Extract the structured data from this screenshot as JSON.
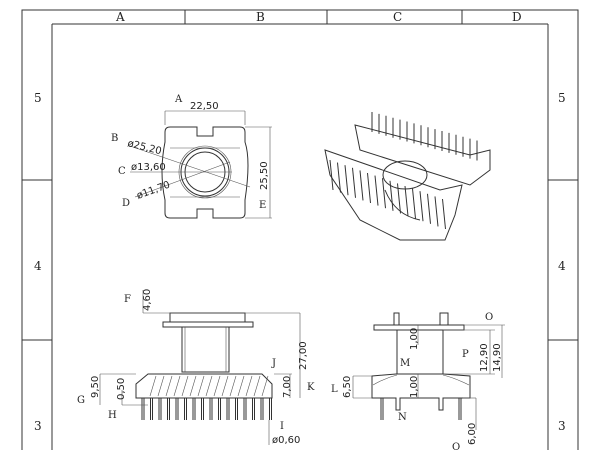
{
  "sheet": {
    "columns": [
      "A",
      "B",
      "C",
      "D"
    ],
    "rows": [
      "5",
      "4",
      "3"
    ]
  },
  "top_view": {
    "labels": {
      "A": "A",
      "B": "B",
      "C": "C",
      "D": "D",
      "E": "E"
    },
    "dims": {
      "width": "22,50",
      "height": "25,50",
      "d_outer": "ø25,20",
      "d_mid": "ø13,60",
      "d_inner": "ø11,70"
    }
  },
  "front_view": {
    "labels": {
      "F": "F",
      "G": "G",
      "H": "H",
      "I": "I",
      "J": "J",
      "K": "K"
    },
    "dims": {
      "flange": "4,60",
      "total": "27,00",
      "base": "9,50",
      "offset": "0,50",
      "wall": "7,00",
      "pin_dia": "ø0,60"
    }
  },
  "side_view": {
    "labels": {
      "L": "L",
      "M": "M",
      "N": "N",
      "O": "O",
      "P": "P",
      "Q": "Q"
    },
    "dims": {
      "l": "6,50",
      "m": "1,00",
      "n": "1,00",
      "p": "12,90",
      "o": "14,90",
      "q": "6,00"
    }
  }
}
